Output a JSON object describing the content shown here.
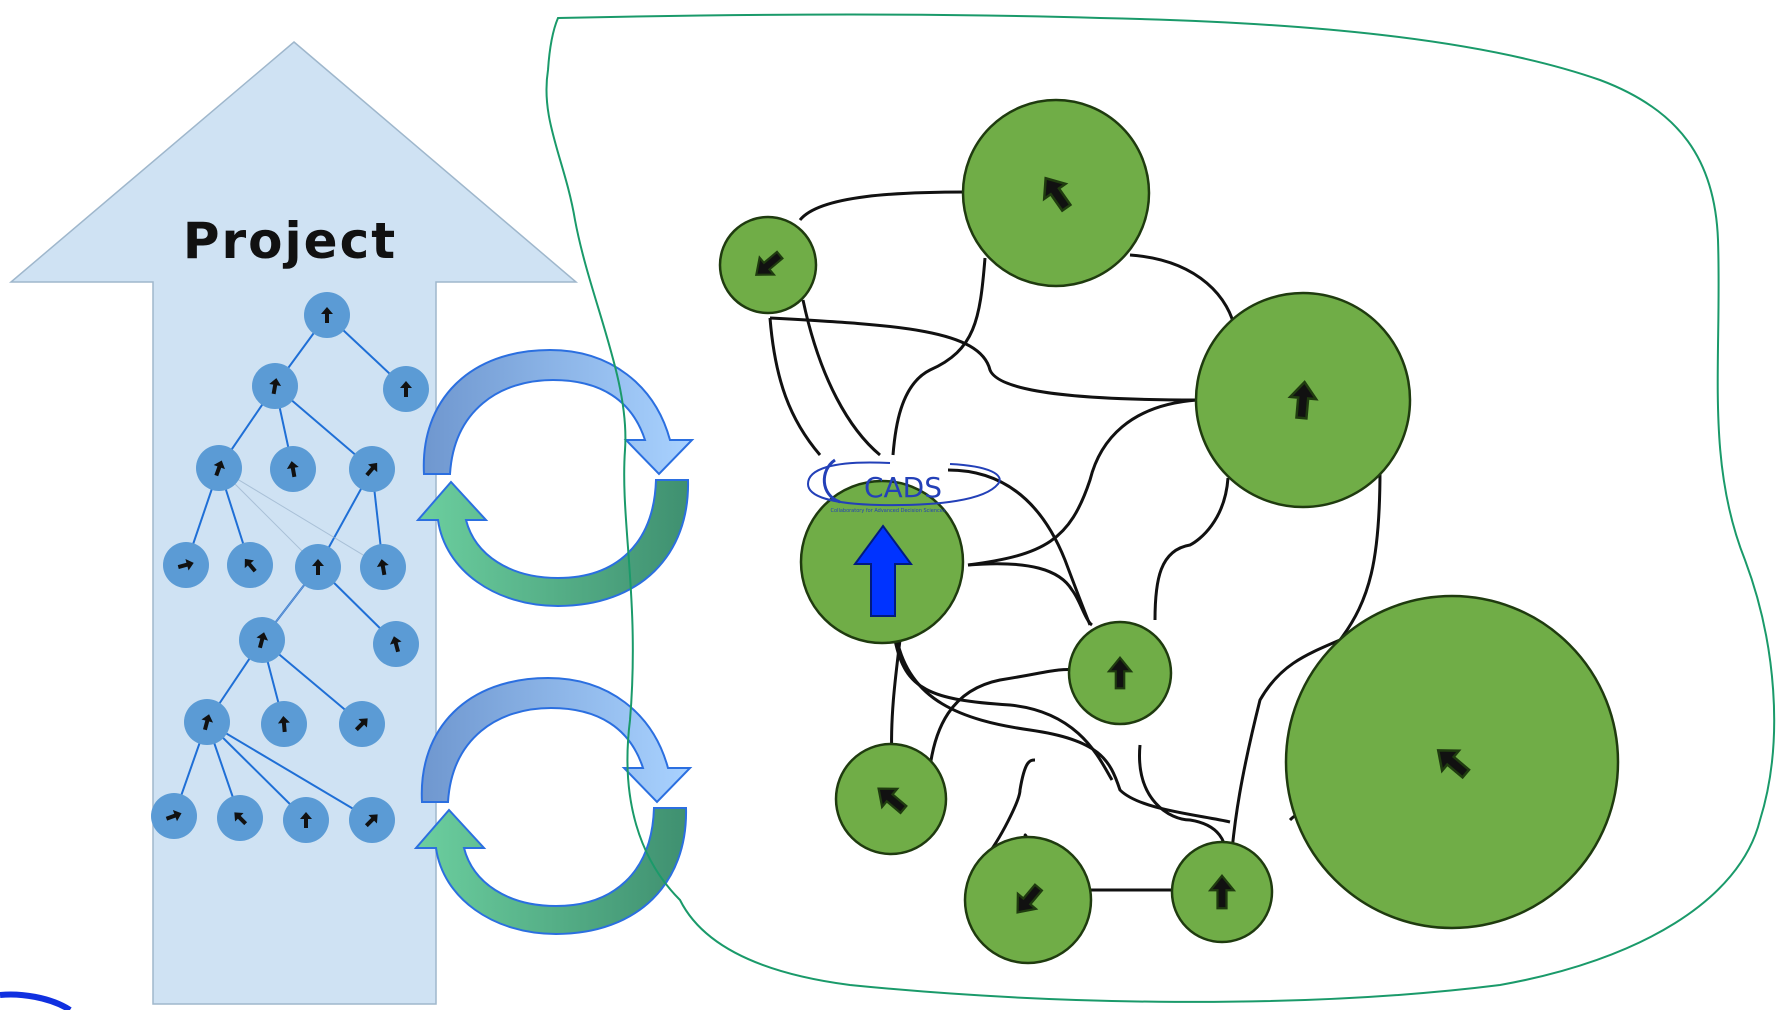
{
  "left_panel": {
    "title": "Project"
  },
  "logo": {
    "wordmark": "CADS",
    "tagline": "Collaboratory for Advanced Decision Sciences"
  },
  "colors": {
    "arrow_fill": "#cfe2f3",
    "tree_node": "#5b9bd5",
    "tree_edge": "#1f6fd6",
    "cycle_blue": "#9dc3f0",
    "cycle_green": "#5fbf8f",
    "network_node": "#70ad47",
    "network_stroke": "#1f3b0f",
    "boundary": "#1a9a6a",
    "center_arrow": "#0033ff"
  },
  "icons": {
    "tree_node_marker": "arrow-icon",
    "network_node_marker": "arrow-icon",
    "cycle": "cycle-arrows-icon",
    "up_arrow": "up-arrow-icon"
  }
}
